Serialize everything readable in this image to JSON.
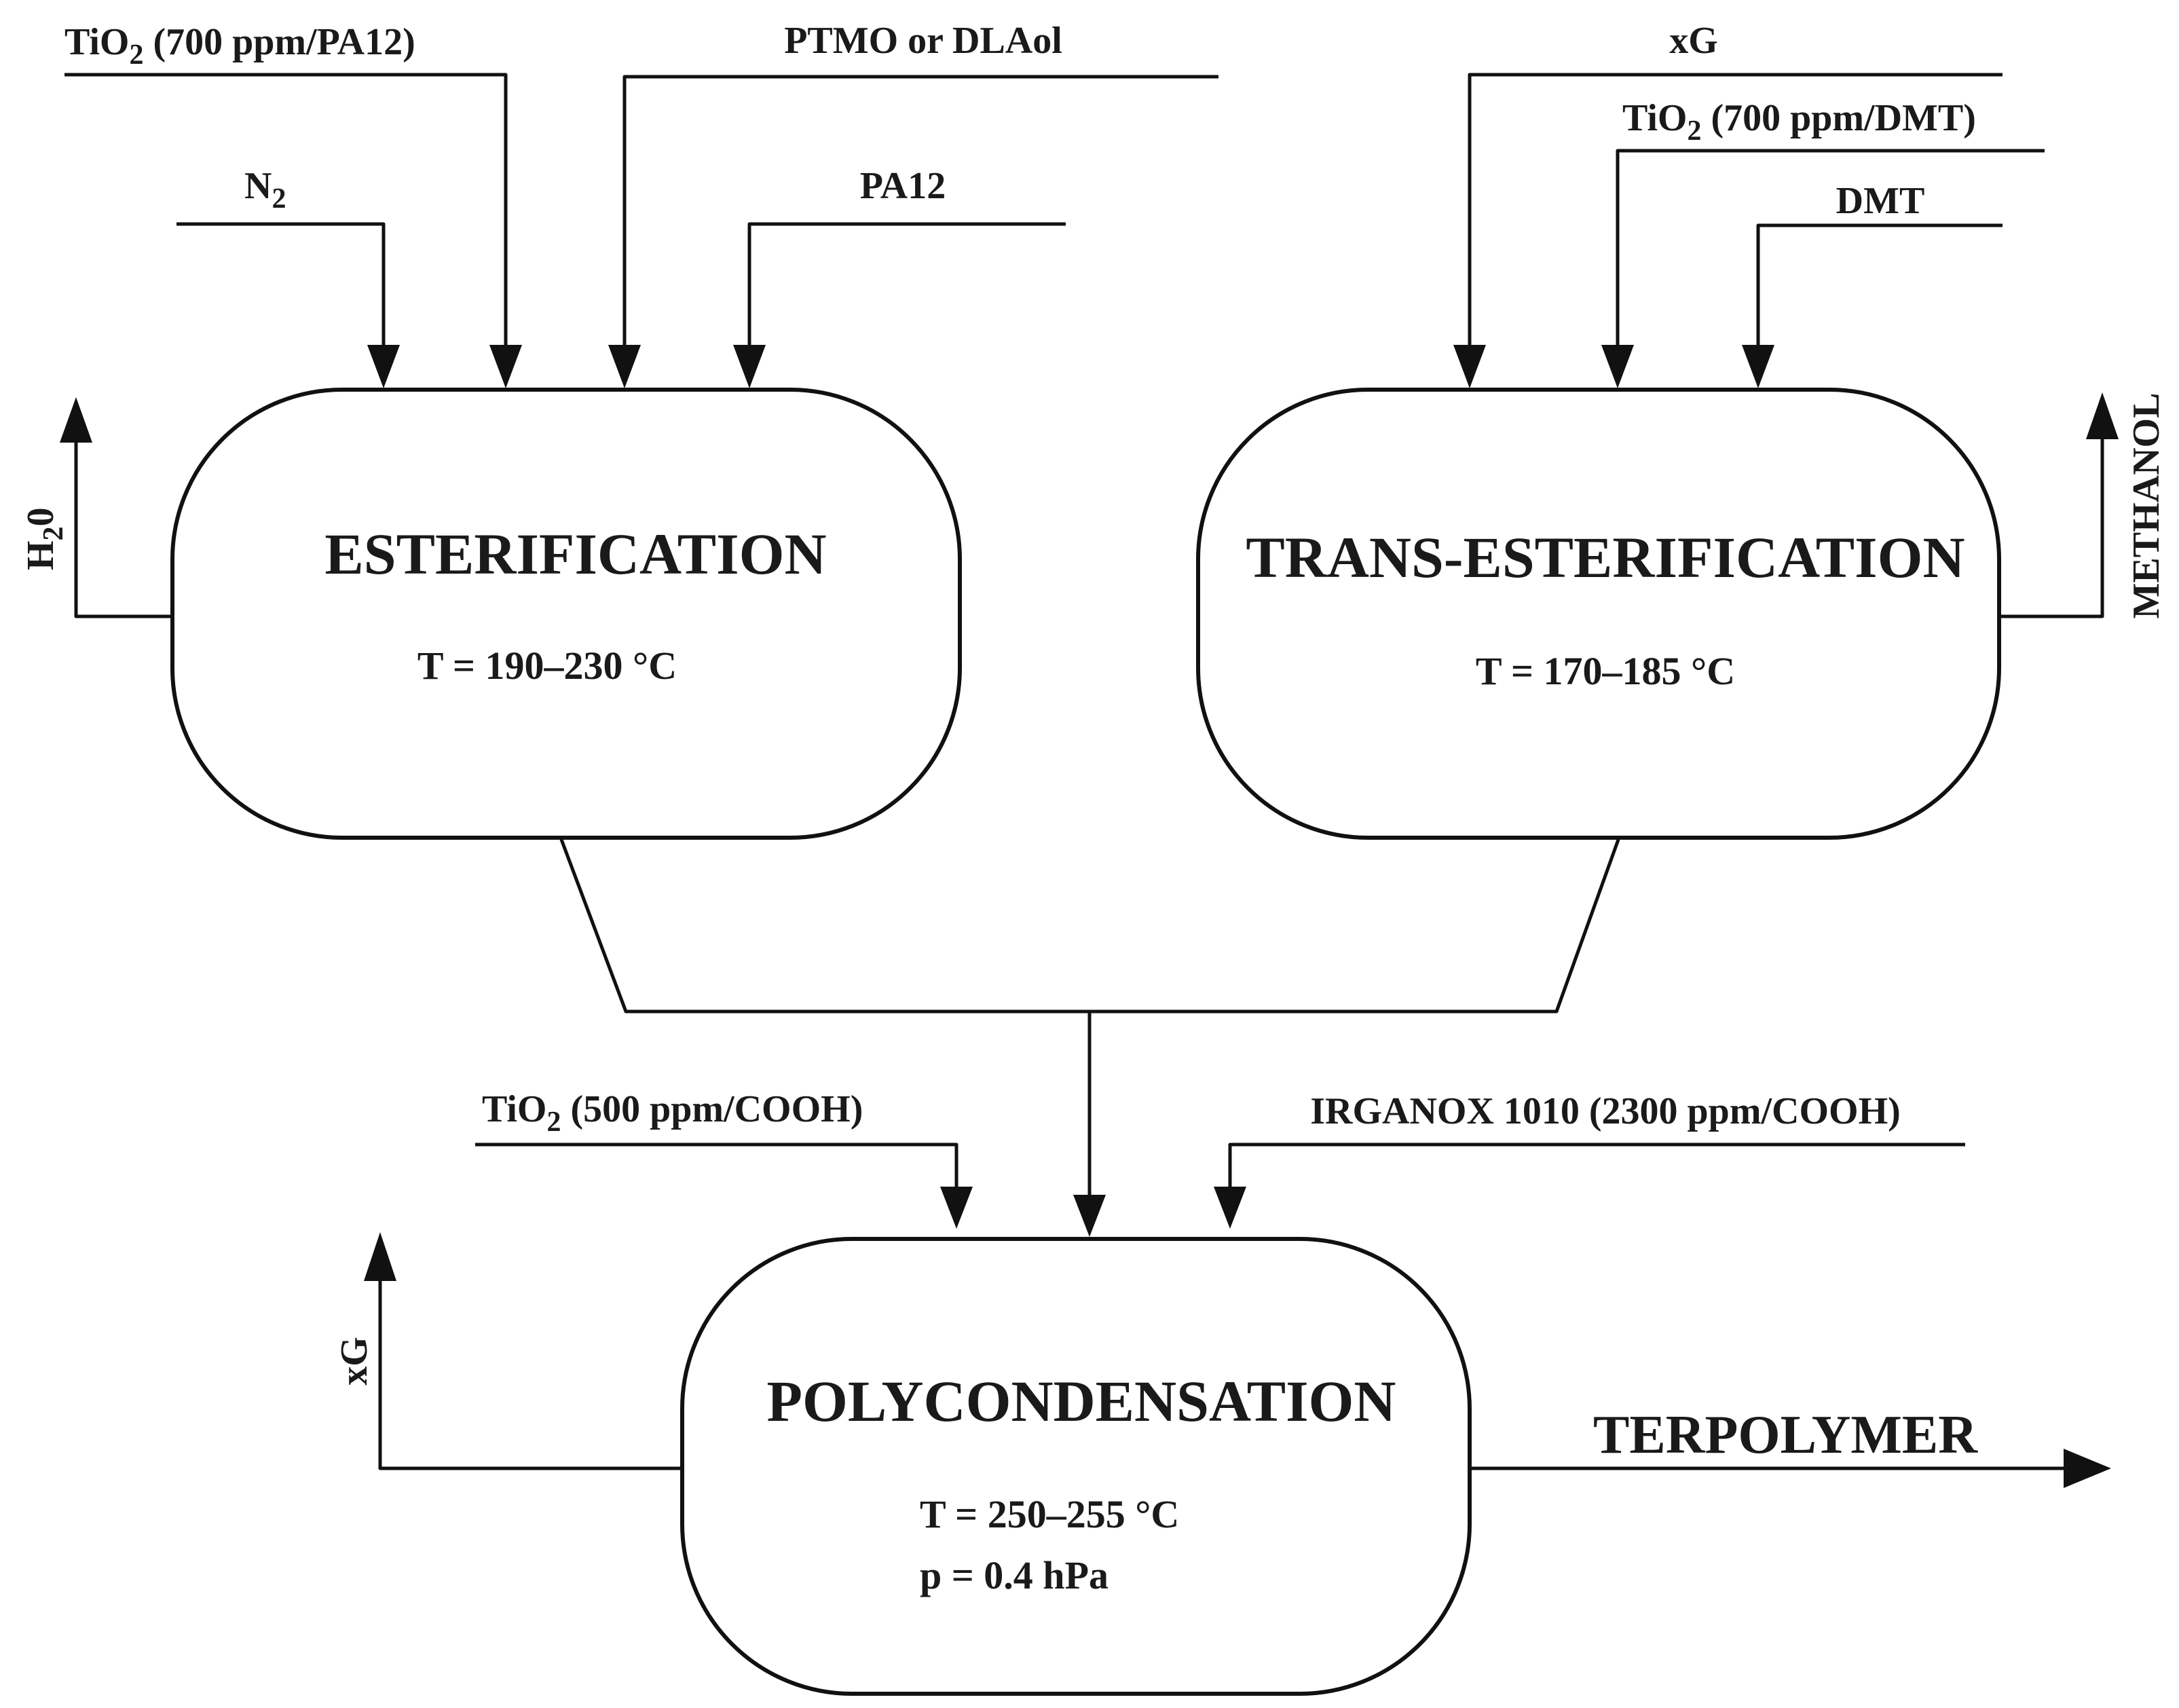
{
  "diagram": {
    "inputs": {
      "tio2_pa12": {
        "pre": "TiO",
        "sub": "2",
        "post": " (700 ppm/PA12)"
      },
      "ptmo_dlaol": "PTMO or DLAol",
      "n2": {
        "pre": "N",
        "sub": "2"
      },
      "pa12": "PA12",
      "xg_top": "xG",
      "tio2_dmt": {
        "pre": "TiO",
        "sub": "2",
        "post": "  (700 ppm/DMT)"
      },
      "dmt": "DMT",
      "tio2_cooh": {
        "pre": "TiO",
        "sub": "2",
        "post": "  (500 ppm/COOH)"
      },
      "irganox": "IRGANOX 1010 (2300 ppm/COOH)"
    },
    "outputs": {
      "h2o": {
        "pre": "H",
        "sub": "2",
        "post": "0"
      },
      "methanol": "METHANOL",
      "xg_out": "xG",
      "terpolymer": "TERPOLYMER"
    },
    "reactors": {
      "esterification": {
        "title": "ESTERIFICATION",
        "temp": "T = 190–230 °C"
      },
      "trans_esterification": {
        "title": "TRANS-ESTERIFICATION",
        "temp": "T = 170–185 °C"
      },
      "polycondensation": {
        "title": "POLYCONDENSATION",
        "temp": "T = 250–255 °C",
        "pressure": "p = 0.4 hPa"
      }
    }
  }
}
